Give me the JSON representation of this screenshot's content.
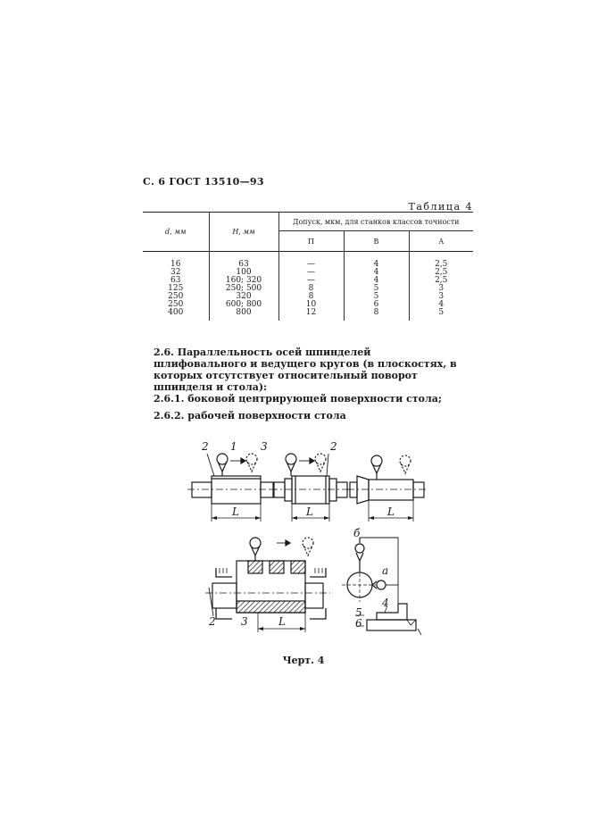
{
  "page_header": "С. 6 ГОСТ 13510—93",
  "table": {
    "caption": "Таблица 4",
    "col_d": "d, мм",
    "col_h": "H, мм",
    "group_header": "Допуск, мкм, для станков классов точности",
    "class_p": "П",
    "class_v": "В",
    "class_a": "А",
    "rows": [
      {
        "d": "16",
        "h": "63",
        "p": "—",
        "v": "4",
        "a": "2,5"
      },
      {
        "d": "32",
        "h": "100",
        "p": "—",
        "v": "4",
        "a": "2,5"
      },
      {
        "d": "63",
        "h": "160; 320",
        "p": "—",
        "v": "4",
        "a": "2,5"
      },
      {
        "d": "125",
        "h": "250; 500",
        "p": "8",
        "v": "5",
        "a": "3"
      },
      {
        "d": "250",
        "h": "320",
        "p": "8",
        "v": "5",
        "a": "3"
      },
      {
        "d": "250",
        "h": "600; 800",
        "p": "10",
        "v": "6",
        "a": "4"
      },
      {
        "d": "400",
        "h": "800",
        "p": "12",
        "v": "8",
        "a": "5"
      }
    ]
  },
  "sections": {
    "s26": "2.6. Параллельность осей шпинделей шлифовального и ведущего кругов (в плоскостях, в которых отсутствует относительный поворот шпинделя и стола):",
    "s261": "2.6.1. боковой центрирующей поверхности стола;",
    "s262": "2.6.2. рабочей поверхности стола"
  },
  "figure": {
    "labels": {
      "n1": "1",
      "n2a": "2",
      "n3a": "3",
      "n2b": "2",
      "n2c": "2",
      "n3b": "3",
      "n4": "4",
      "n5": "5",
      "n6": "6",
      "la": "а",
      "lb": "б",
      "L1": "L",
      "L2": "L",
      "L3": "L",
      "L4": "L"
    },
    "caption": "Черт. 4"
  }
}
